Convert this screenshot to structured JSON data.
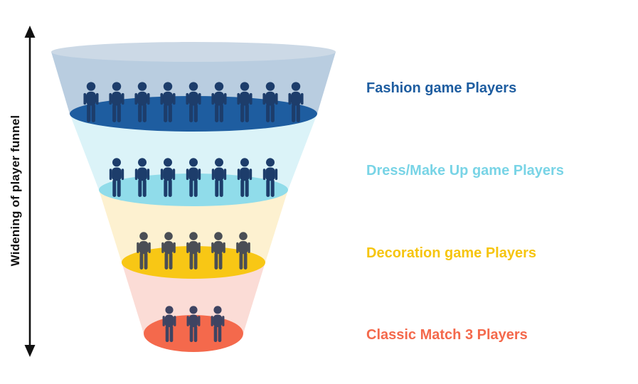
{
  "axis_label": "Widening of player funnel",
  "funnel_top_color": "#ccd9e6",
  "tiers": [
    {
      "label": "Fashion game Players",
      "people": 9,
      "band_color": "#b9cde0",
      "ellipse_color": "#1e5da0",
      "label_color": "#1e5da0",
      "person_color": "#1d3d6b"
    },
    {
      "label": "Dress/Make Up game Players",
      "people": 7,
      "band_color": "#dbf3f8",
      "ellipse_color": "#90dcea",
      "label_color": "#79d4e6",
      "person_color": "#1d3d6b"
    },
    {
      "label": "Decoration game Players",
      "people": 5,
      "band_color": "#fdf1d0",
      "ellipse_color": "#f8c715",
      "label_color": "#f6c50f",
      "person_color": "#4a4e55"
    },
    {
      "label": "Classic Match 3 Players",
      "people": 3,
      "band_color": "#fbdcd6",
      "ellipse_color": "#f4694c",
      "label_color": "#f4694c",
      "person_color": "#3e4462"
    }
  ],
  "icons": {
    "axis_arrow": "double-arrow-icon",
    "person": "person-icon"
  }
}
